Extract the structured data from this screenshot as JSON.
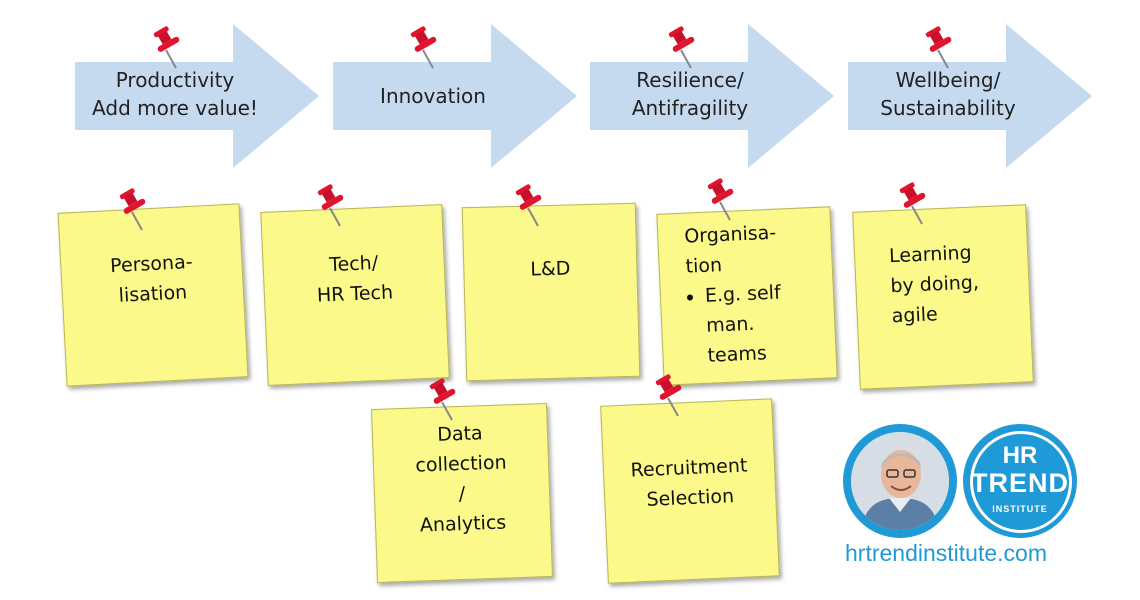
{
  "colors": {
    "arrow_fill": "#c5d9ef",
    "note_fill": "#fbf98a",
    "pin": "#e0142c",
    "brand_blue": "#1f9ad6"
  },
  "arrows": [
    {
      "line1": "Productivity",
      "line2": "Add more value!"
    },
    {
      "line1": "Innovation",
      "line2": ""
    },
    {
      "line1": "Resilience/",
      "line2": "Antifragility"
    },
    {
      "line1": "Wellbeing/",
      "line2": "Sustainability"
    }
  ],
  "notes": {
    "personalisation": [
      "Persona-",
      "lisation"
    ],
    "hr_tech": [
      "Tech/",
      "HR Tech"
    ],
    "ld": [
      "L&D"
    ],
    "organisation": {
      "lines": [
        "Organisa-",
        "tion"
      ],
      "bullet": [
        "E.g. self",
        "man.",
        "teams"
      ]
    },
    "learning": [
      "Learning",
      "by doing,",
      "agile"
    ],
    "data": [
      "Data",
      "collection",
      "/",
      "Analytics"
    ],
    "recruitment": [
      "Recruitment",
      "Selection"
    ]
  },
  "logo": {
    "hr": "HR",
    "trend": "TREND",
    "institute": "INSTITUTE"
  },
  "website": "hrtrendinstitute.com"
}
